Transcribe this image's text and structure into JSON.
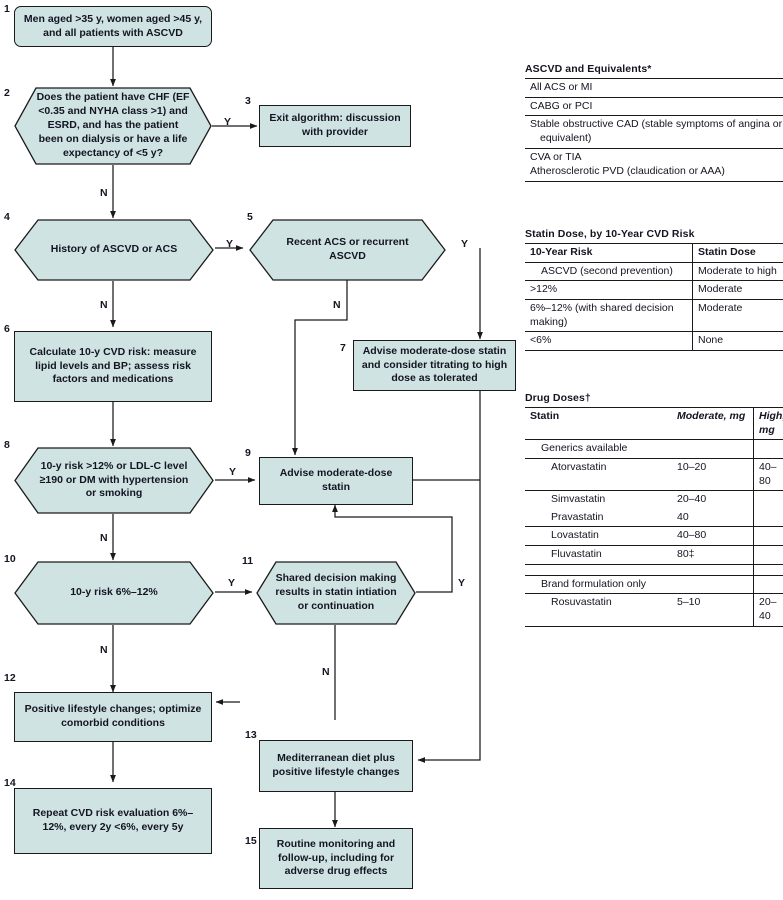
{
  "flowchart": {
    "nodes": [
      {
        "num": "1",
        "shape": "round",
        "text": "Men aged >35 y, women aged >45 y, and all patients with ASCVD"
      },
      {
        "num": "2",
        "shape": "hex",
        "text": "Does the patient have CHF (EF <0.35 and NYHA class >1) and ESRD, and has the patient been on dialysis or have a life expectancy of <5 y?"
      },
      {
        "num": "3",
        "shape": "rect",
        "text": "Exit algorithm: discussion with provider"
      },
      {
        "num": "4",
        "shape": "hex",
        "text": "History of ASCVD or ACS"
      },
      {
        "num": "5",
        "shape": "hex",
        "text": "Recent ACS or recurrent ASCVD"
      },
      {
        "num": "6",
        "shape": "rect",
        "text": "Calculate 10-y CVD risk: measure lipid levels and BP; assess risk factors and medications"
      },
      {
        "num": "7",
        "shape": "rect",
        "text": "Advise moderate-dose statin and consider titrating to high dose as tolerated"
      },
      {
        "num": "8",
        "shape": "hex",
        "text": "10-y risk >12% or LDL-C level ≥190 or DM with hypertension or smoking"
      },
      {
        "num": "9",
        "shape": "rect",
        "text": "Advise moderate-dose statin"
      },
      {
        "num": "10",
        "shape": "hex",
        "text": "10-y risk 6%–12%"
      },
      {
        "num": "11",
        "shape": "hex",
        "text": "Shared decision making results in statin intiation or continuation"
      },
      {
        "num": "12",
        "shape": "rect",
        "text": "Positive lifestyle changes; optimize comorbid conditions"
      },
      {
        "num": "13",
        "shape": "rect",
        "text": "Mediterranean diet plus positive lifestyle changes"
      },
      {
        "num": "14",
        "shape": "rect",
        "text": "Repeat CVD risk evaluation 6%–12%, every 2y <6%, every 5y"
      },
      {
        "num": "15",
        "shape": "rect",
        "text": "Routine monitoring and follow-up, including for adverse drug effects"
      }
    ],
    "branch_labels": {
      "n2_yes": "Y",
      "n2_no": "N",
      "n4_yes": "Y",
      "n4_no": "N",
      "n5_yes": "Y",
      "n5_no": "N",
      "n8_yes": "Y",
      "n8_no": "N",
      "n10_yes": "Y",
      "n10_no": "N",
      "n11_yes": "Y",
      "n11_no": "N"
    },
    "fill_color": "#cfe3e3",
    "stroke_color": "#1a1a1a"
  },
  "tables": {
    "ascvd": {
      "title": "ASCVD and Equivalents*",
      "rows": [
        "All ACS or MI",
        "CABG or PCI",
        "Stable obstructive CAD (stable symptoms of angina or equivalent)",
        "CVA or TIA",
        "Atherosclerotic PVD (claudication or AAA)"
      ]
    },
    "statin_dose": {
      "title": "Statin Dose, by 10-Year CVD Risk",
      "headers": [
        "10-Year Risk",
        "Statin Dose"
      ],
      "rows": [
        {
          "risk": "ASCVD (second prevention)",
          "dose": "Moderate to high",
          "indent": true
        },
        {
          "risk": ">12%",
          "dose": "Moderate",
          "indent": false
        },
        {
          "risk": "6%–12% (with shared decision making)",
          "dose": "Moderate",
          "indent": false
        },
        {
          "risk": "<6%",
          "dose": "None",
          "indent": false
        }
      ]
    },
    "drug_doses": {
      "title": "Drug Doses†",
      "headers": [
        "Statin",
        "Moderate, mg",
        "High, mg"
      ],
      "rows": [
        {
          "statin": "Generics available",
          "moderate": "",
          "high": "",
          "level": 1,
          "group": true
        },
        {
          "statin": "Atorvastatin",
          "moderate": "10–20",
          "high": "40–80",
          "level": 2,
          "group": false
        },
        {
          "statin": "Simvastatin",
          "moderate": "20–40",
          "high": "",
          "level": 2,
          "group": false
        },
        {
          "statin": "Pravastatin",
          "moderate": "40",
          "high": "",
          "level": 2,
          "group": false
        },
        {
          "statin": "Lovastatin",
          "moderate": "40–80",
          "high": "",
          "level": 2,
          "group": false
        },
        {
          "statin": "Fluvastatin",
          "moderate": "80‡",
          "high": "",
          "level": 2,
          "group": false
        },
        {
          "statin": "",
          "moderate": "",
          "high": "",
          "level": 1,
          "group": false
        },
        {
          "statin": "Brand formulation only",
          "moderate": "",
          "high": "",
          "level": 1,
          "group": true
        },
        {
          "statin": "Rosuvastatin",
          "moderate": "5–10",
          "high": "20–40",
          "level": 2,
          "group": false
        }
      ]
    }
  }
}
